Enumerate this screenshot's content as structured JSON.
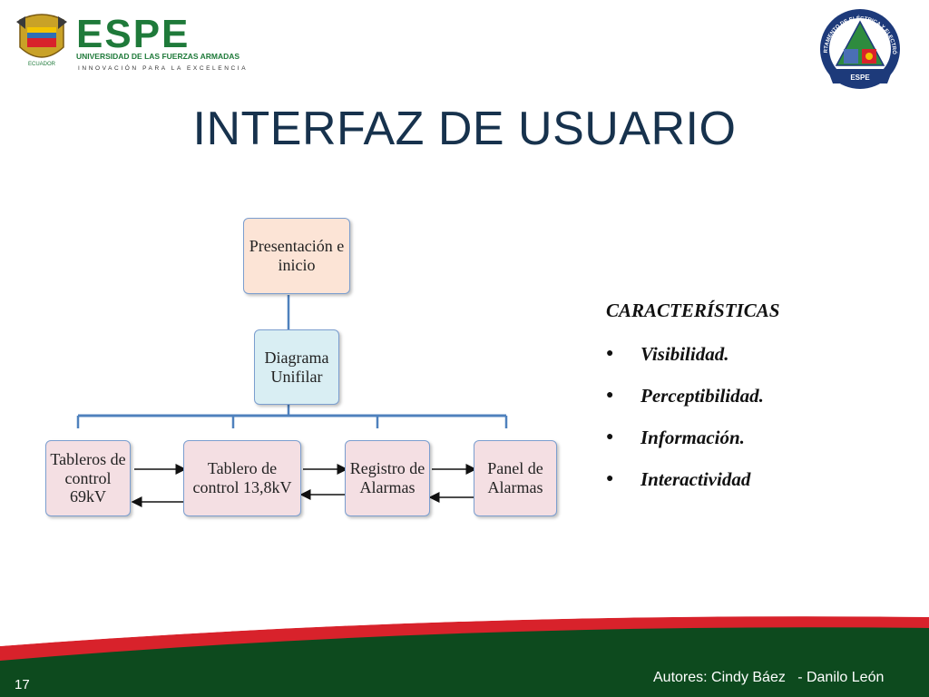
{
  "header": {
    "university": {
      "wordmark": "ESPE",
      "name": "UNIVERSIDAD DE LAS FUERZAS ARMADAS",
      "slogan": "INNOVACIÓN PARA LA EXCELENCIA",
      "crest_caption": "ECUADOR"
    },
    "department_seal": {
      "text": "DEPARTAMENTO DE ELÉCTRICA Y ELECTRÓNICA",
      "bottom": "ESPE"
    }
  },
  "title": "INTERFAZ DE USUARIO",
  "diagram": {
    "nodes": {
      "presentacion": "Presentación e inicio",
      "diagrama": "Diagrama Unifilar",
      "tableros69": "Tableros de control 69kV",
      "tablero138": "Tablero de control 13,8kV",
      "registro": "Registro de Alarmas",
      "panel": "Panel de Alarmas"
    }
  },
  "features": {
    "heading": "CARACTERÍSTICAS",
    "items": [
      "Visibilidad.",
      "Perceptibilidad.",
      "Información.",
      "Interactividad"
    ]
  },
  "footer": {
    "page_number": "17",
    "authors": "Autores: Cindy Báez   - Danilo León"
  },
  "colors": {
    "title": "#17324d",
    "espe_green": "#1f7a3a",
    "footer_green": "#0d4a1e",
    "footer_red": "#d8222b",
    "connector_blue": "#4f81bd"
  }
}
